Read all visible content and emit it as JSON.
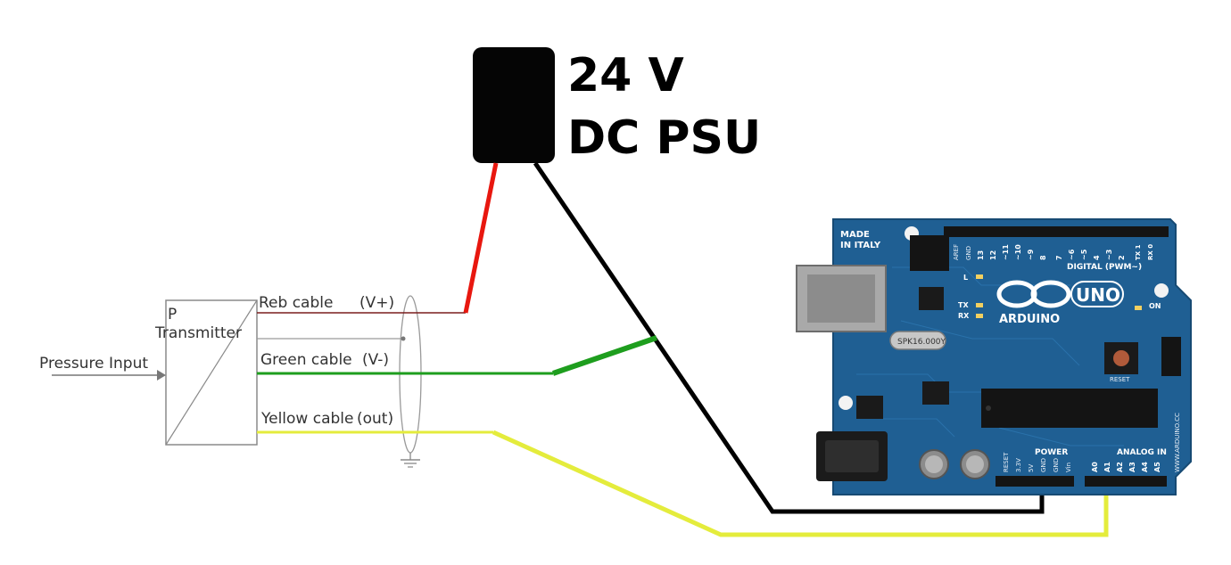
{
  "psu": {
    "line1": "24 V",
    "line2": "DC PSU"
  },
  "transmitter": {
    "symbol": "P",
    "title": "Transmitter",
    "input_label": "Pressure Input"
  },
  "cables": {
    "red": {
      "label": "Reb cable",
      "tag": "(V+)",
      "color": "#e8170f"
    },
    "green": {
      "label": "Green cable",
      "tag": "(V-)",
      "color": "#1e9e1e"
    },
    "yellow": {
      "label": "Yellow cable",
      "tag": "(out)",
      "color": "#e4ec3c"
    },
    "black": {
      "color": "#000000"
    }
  },
  "arduino": {
    "made_in": "MADE",
    "made_in2": "IN ITALY",
    "brand": "ARDUINO",
    "model": "UNO",
    "digital_label": "DIGITAL (PWM~)",
    "power_label": "POWER",
    "analog_label": "ANALOG IN",
    "crystal": "SPK16.000Y",
    "reset_label": "RESET",
    "website": "WWW.ARDUINO.CC",
    "on_label": "ON",
    "tx_label": "TX",
    "rx_label": "RX",
    "l_label": "L",
    "power_pins": [
      "RESET",
      "3.3V",
      "5V",
      "GND",
      "GND",
      "Vin"
    ],
    "analog_pins": [
      "A0",
      "A1",
      "A2",
      "A3",
      "A4",
      "A5"
    ],
    "digital_pins": [
      "AREF",
      "GND",
      "13",
      "12",
      "~11",
      "~10",
      "~9",
      "8",
      "7",
      "~6",
      "~5",
      "4",
      "~3",
      "2",
      "TX 1",
      "RX 0"
    ],
    "board_color": "#1f5f93"
  }
}
